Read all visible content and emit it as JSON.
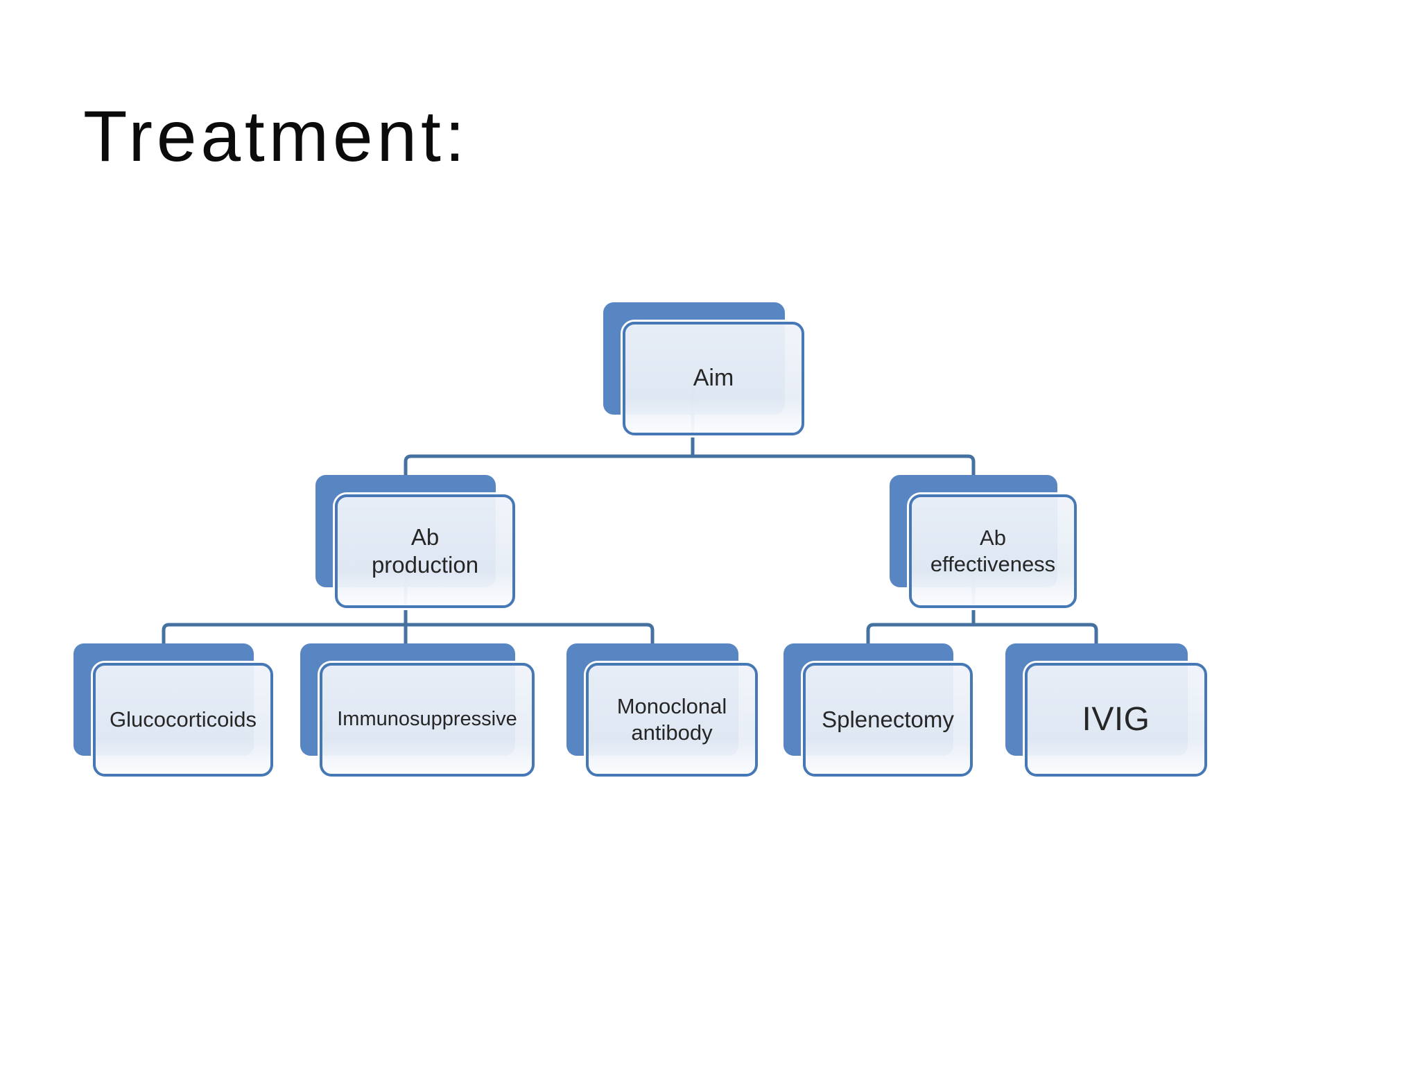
{
  "slide": {
    "title": "Treatment:"
  },
  "diagram": {
    "type": "org-chart-hierarchy",
    "nodes": {
      "aim": {
        "label": "Aim",
        "level": 1
      },
      "ab_production": {
        "label": "Ab production",
        "level": 2,
        "parent": "Aim"
      },
      "ab_effectiveness": {
        "label": "Ab effectiveness",
        "level": 2,
        "parent": "Aim"
      },
      "glucocorticoids": {
        "label": "Glucocorticoids",
        "level": 3,
        "parent": "Ab production"
      },
      "immunosuppressive": {
        "label": "Immunosuppressive",
        "level": 3,
        "parent": "Ab production"
      },
      "monoclonal": {
        "label": "Monoclonal antibody",
        "level": 3,
        "parent": "Ab production"
      },
      "splenectomy": {
        "label": "Splenectomy",
        "level": 3,
        "parent": "Ab effectiveness"
      },
      "ivig": {
        "label": "IVIG",
        "level": 3,
        "parent": "Ab effectiveness"
      }
    },
    "colors": {
      "node_back_fill": "#5886c3",
      "node_border": "#4678b6",
      "node_front_fill": "#edf2f9",
      "connector": "#44719f",
      "node_text": "#262626",
      "title_text": "#0b0b0b",
      "background": "#ffffff"
    }
  }
}
